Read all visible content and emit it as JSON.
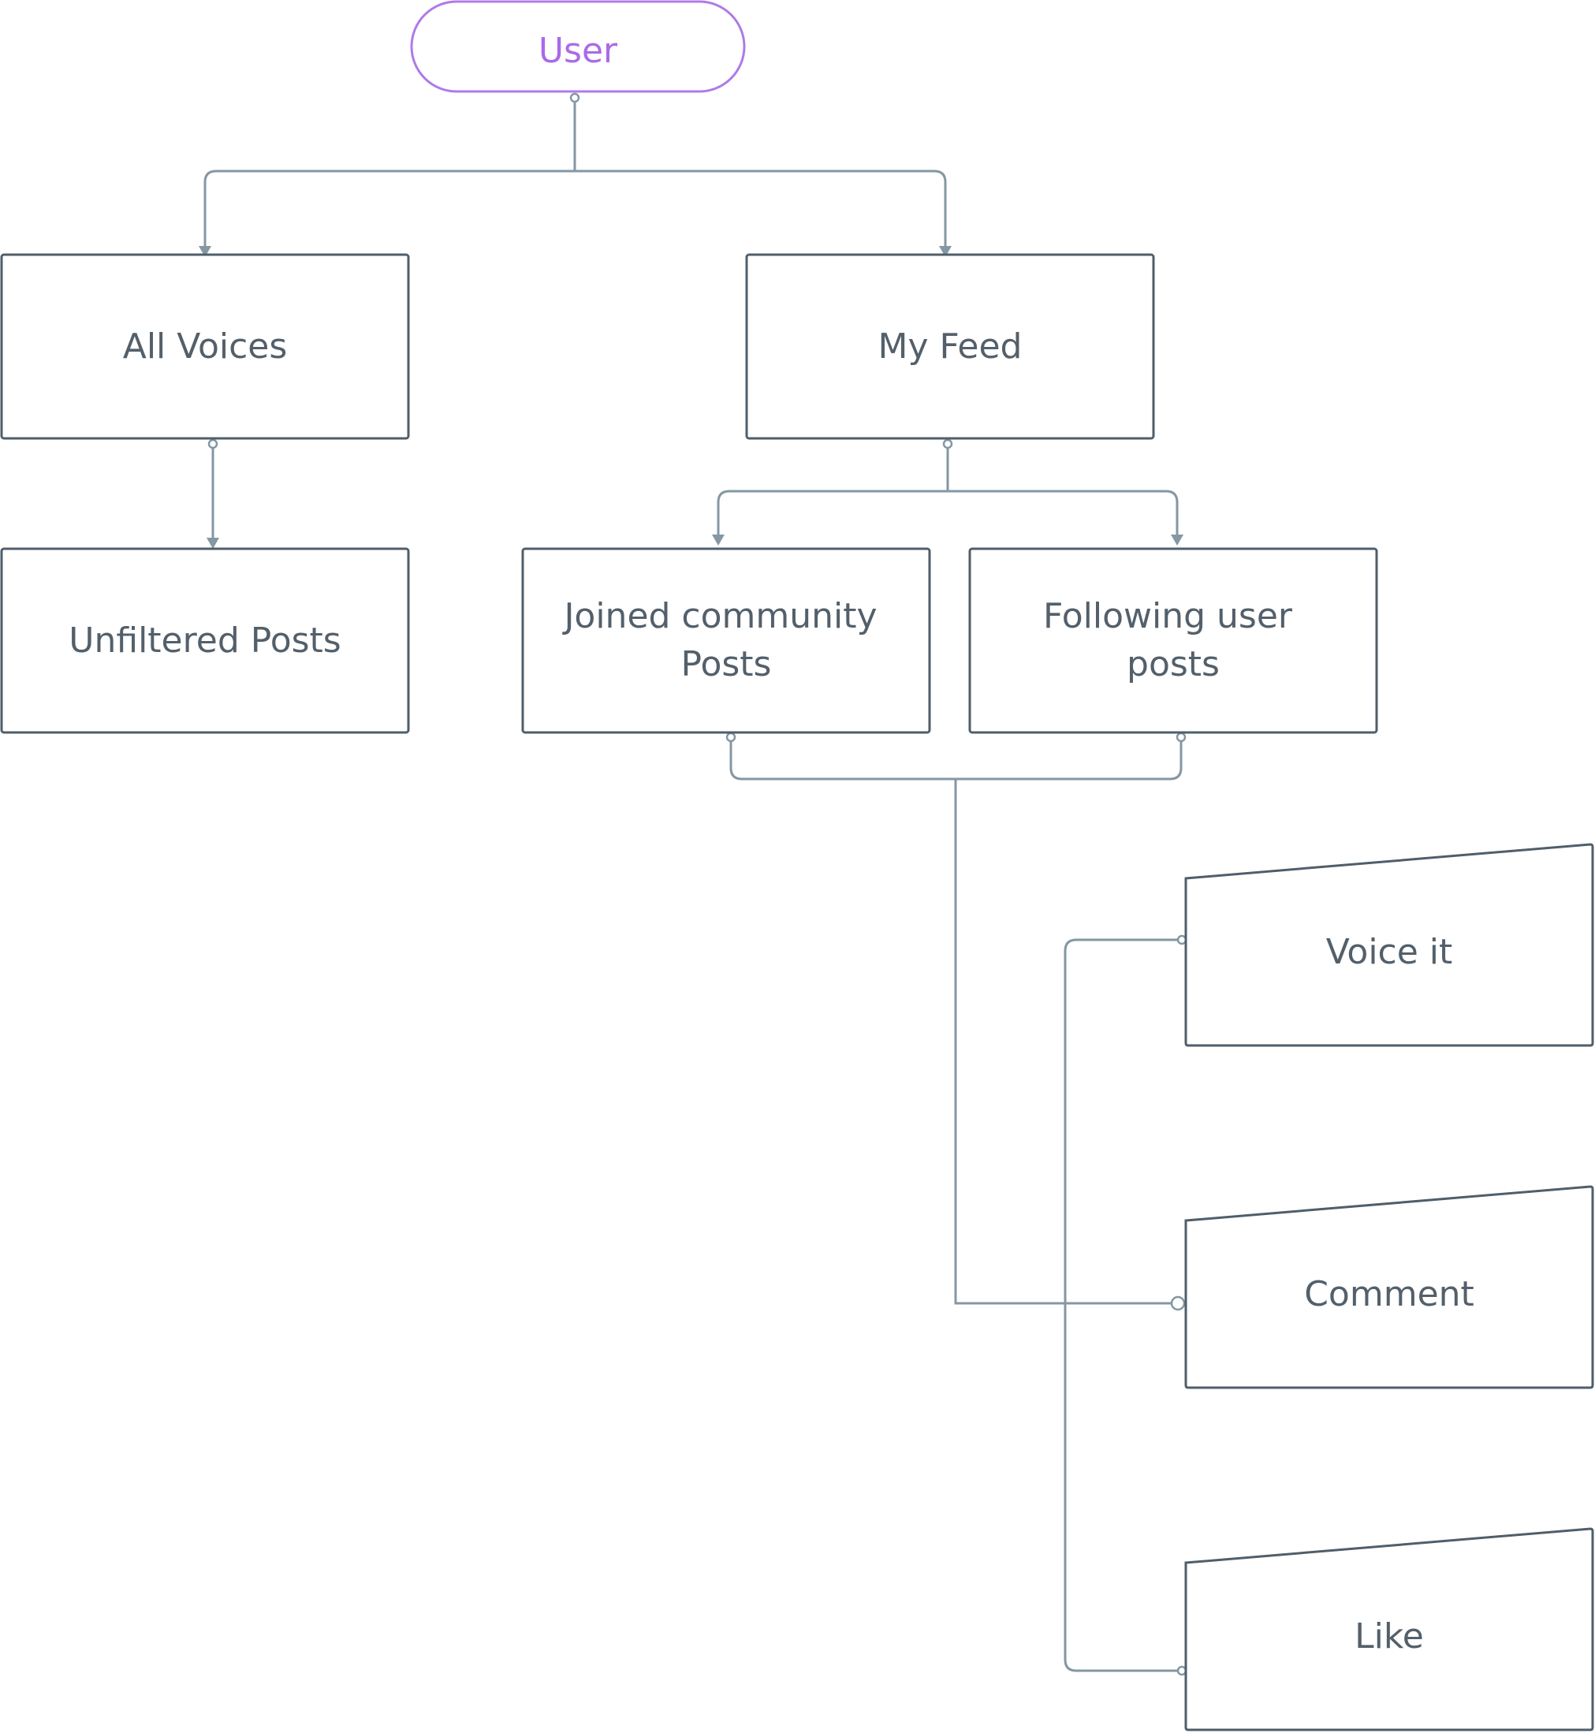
{
  "diagram": {
    "nodes": {
      "user": "User",
      "all_voices": "All Voices",
      "my_feed": "My Feed",
      "unfiltered_posts": "Unfiltered Posts",
      "joined_community_posts": [
        "Joined community",
        "Posts"
      ],
      "following_user_posts": [
        "Following user",
        "posts"
      ],
      "voice_it": "Voice it",
      "comment": "Comment",
      "like": "Like"
    },
    "edges": [
      {
        "from": "User",
        "to": "All Voices"
      },
      {
        "from": "User",
        "to": "My Feed"
      },
      {
        "from": "All Voices",
        "to": "Unfiltered Posts"
      },
      {
        "from": "My Feed",
        "to": "Joined community Posts"
      },
      {
        "from": "My Feed",
        "to": "Following user posts"
      },
      {
        "from": "Joined community Posts",
        "to": "Comment"
      },
      {
        "from": "Following user posts",
        "to": "Comment"
      },
      {
        "from": "Voice it",
        "to": "Like"
      }
    ],
    "colors": {
      "box_stroke": "#4f5e6a",
      "start_stroke": "#b07ae8",
      "start_text": "#a96be6",
      "node_text": "#53606b",
      "edge": "#8497a3",
      "background": "#ffffff"
    }
  }
}
